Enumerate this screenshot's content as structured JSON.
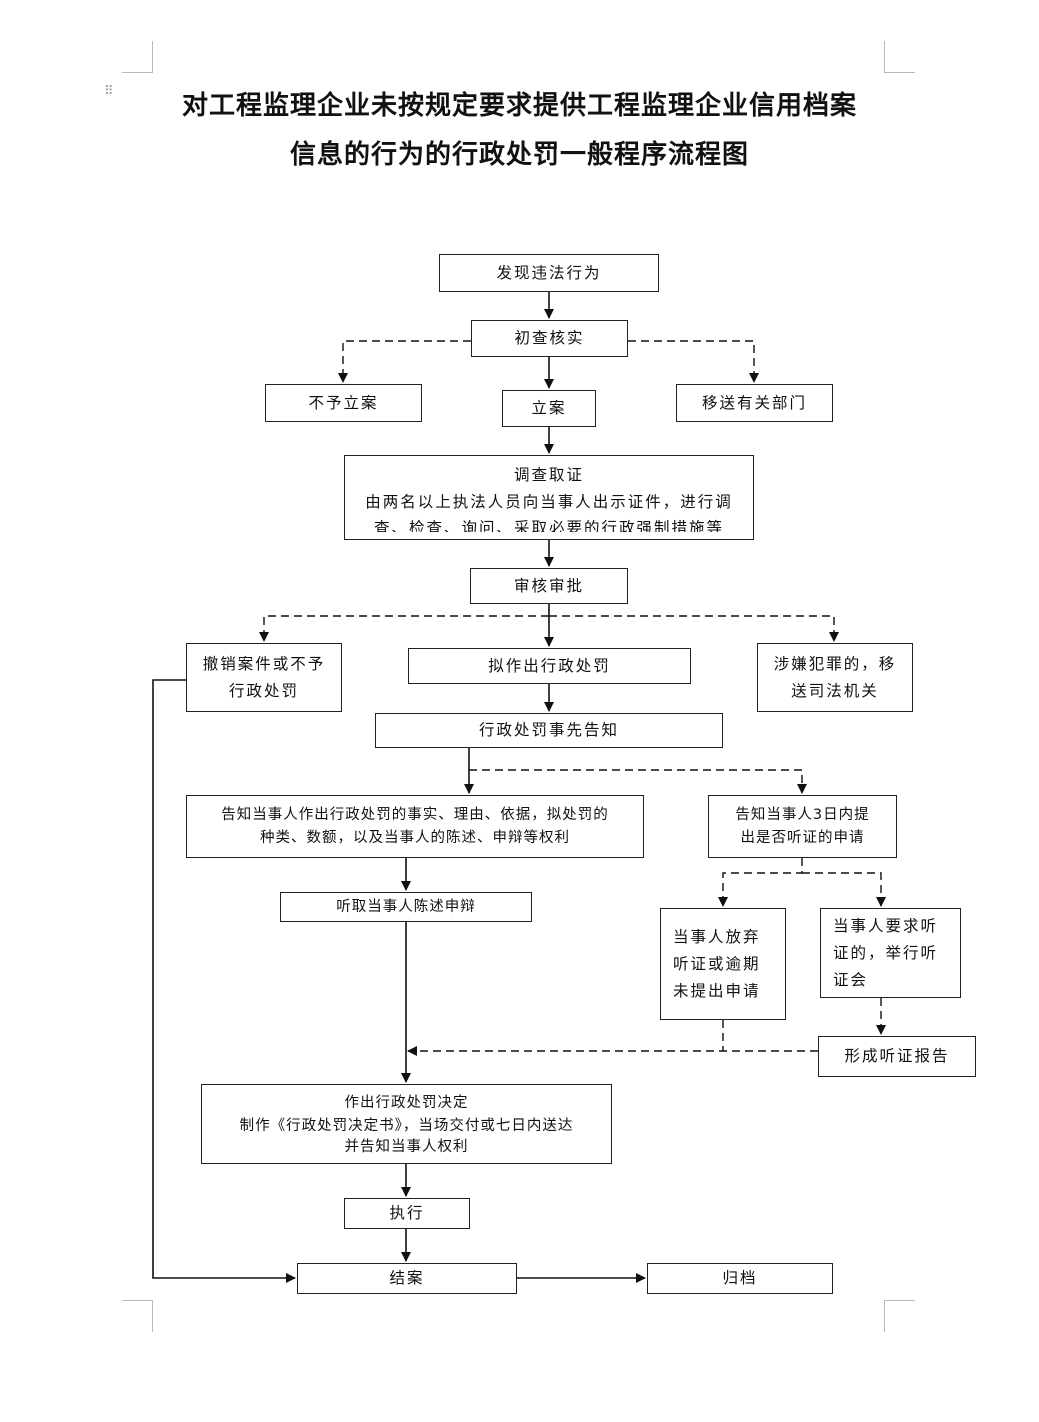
{
  "title": {
    "line1": "对工程监理企业未按规定要求提供工程监理企业信用档案",
    "line2": "信息的行为的行政处罚一般程序流程图"
  },
  "nodes": {
    "discover": "发现违法行为",
    "preliminary_check": "初查核实",
    "no_filing": "不予立案",
    "filing": "立案",
    "transfer_department": "移送有关部门",
    "investigation": {
      "title": "调查取证",
      "line1": "由两名以上执法人员向当事人出示证件，进行调",
      "line2": "查、检查、询问、采取必要的行政强制措施等"
    },
    "review_approval": "审核审批",
    "revoke": {
      "line1": "撤销案件或不予",
      "line2": "行政处罚"
    },
    "draft_penalty": "拟作出行政处罚",
    "criminal_transfer": {
      "line1": "涉嫌犯罪的，移",
      "line2": "送司法机关"
    },
    "prior_notice": "行政处罚事先告知",
    "notify_rights": {
      "line1": "告知当事人作出行政处罚的事实、理由、依据，拟处罚的",
      "line2": "种类、数额，以及当事人的陈述、申辩等权利"
    },
    "notify_hearing": {
      "line1": "告知当事人3日内提",
      "line2": "出是否听证的申请"
    },
    "hear_statement": "听取当事人陈述申辩",
    "waive_hearing": {
      "line1": "当事人放弃",
      "line2": "听证或逾期",
      "line3": "未提出申请"
    },
    "request_hearing": {
      "line1": "当事人要求听",
      "line2": "证的，举行听",
      "line3": "证会"
    },
    "hearing_report": "形成听证报告",
    "decision": {
      "line1": "作出行政处罚决定",
      "line2": "制作《行政处罚决定书》，当场交付或七日内送达",
      "line3": "并告知当事人权利"
    },
    "execute": "执行",
    "close_case": "结案",
    "archive": "归档"
  }
}
